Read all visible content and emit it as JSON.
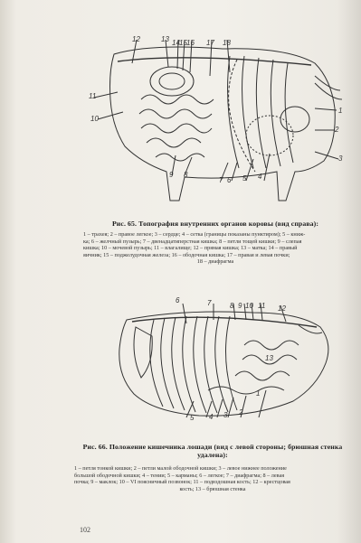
{
  "figure1": {
    "labels": {
      "l1": "1",
      "l2": "2",
      "l3": "3",
      "l4": "4",
      "l5": "5",
      "l6": "6",
      "l7": "7",
      "l8": "8",
      "l9": "9",
      "l10": "10",
      "l11": "11",
      "l12": "12",
      "l13": "13",
      "l14": "14",
      "l15": "15",
      "l16": "16",
      "l17": "17",
      "l18": "18"
    },
    "title": "Рис. 65. Топография внутренних органов коровы (вид справа):",
    "legend_lines": [
      "1 – трахея; 2 – правое легкое; 3 – сердце; 4 – сетка (границы показаны пунктиром); 5 – книж-",
      "ка; 6 – желчный пузырь; 7 – двенадцатиперстная кишка; 8 – петли тощей кишки; 9 – слепая",
      "кишка; 10 – мочевой пузырь; 11 – влагалище; 12 – прямая кишка; 13 – матка; 14 – правый",
      "яичник; 15 – поджелудочная железа; 16 – ободочная кишка; 17 – правая и левая почки;",
      "18 – диафрагма"
    ]
  },
  "figure2": {
    "labels": {
      "l1": "1",
      "l2": "2",
      "l3": "3",
      "l4": "4",
      "l5": "5",
      "l6": "6",
      "l7": "7",
      "l8": "8",
      "l9": "9",
      "l10": "10",
      "l11": "11",
      "l12": "12",
      "l13": "13"
    },
    "title_line1": "Рис. 66. Положение кишечника лошади (вид с левой стороны; брюшная стенка",
    "title_line2": "удалена):",
    "legend_lines": [
      "1 – петля тонкой кишки; 2 – петли малой ободочной кишки; 3 – левое нижнее положение",
      "большой ободочной кишки; 4 – тении; 5 – карманы; 6 – легкое; 7 – диафрагма; 8 – левая",
      "почка; 9 – маклок; 10 – VI поясничный позвонок; 11 – подвздошная кость; 12 – крестцовая",
      "кость; 13 – брюшная стенка"
    ]
  },
  "page_number": "102"
}
